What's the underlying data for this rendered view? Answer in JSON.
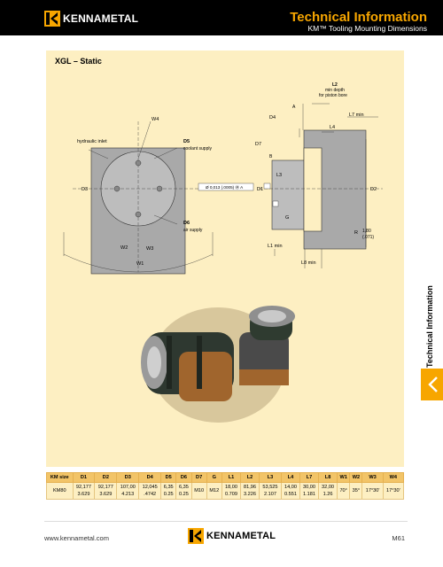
{
  "brand": {
    "name": "KENNAMETAL"
  },
  "header": {
    "title": "Technical Information",
    "subtitle": "KM™ Tooling Mounting Dimensions"
  },
  "section_title": "XGL – Static",
  "side_label": "Technical Information",
  "drawing_labels": {
    "hydraulic_inlet": "hydraulic inlet",
    "w4": "W4",
    "d5": "D5",
    "coolant_supply": "coolant supply",
    "d3": "D3",
    "d6": "D6",
    "air_supply": "air supply",
    "w2": "W2",
    "w3": "W3",
    "w1": "W1",
    "l2": "L2",
    "min_depth": "min depth",
    "for_piston_bore": "for piston bore",
    "d4": "D4",
    "l7min": "L7 min",
    "l4": "L4",
    "d7": "D7",
    "l3": "L3",
    "tolerance": "Ø 0,013 (.0005) Ⓜ A",
    "d1": "D1",
    "d2": "D2",
    "g": "G",
    "r": "R",
    "r_val": "1,80",
    "r_val2": "(.071)",
    "l1min": "L1 min",
    "l8min": "L8 min",
    "a": "A",
    "b": "B"
  },
  "table": {
    "headers": [
      "KM size",
      "D1",
      "D2",
      "D3",
      "D4",
      "D5",
      "D6",
      "D7",
      "G",
      "L1",
      "L2",
      "L3",
      "L4",
      "L7",
      "L8",
      "W1",
      "W2",
      "W3",
      "W4"
    ],
    "rows": [
      {
        "size": "KM80",
        "metric": [
          "92,177",
          "92,177",
          "107,00",
          "12,045",
          "6,35",
          "6,35"
        ],
        "inch": [
          "3.629",
          "3.629",
          "4.213",
          ".4742",
          "0.25",
          "0.25"
        ],
        "d7": "M10",
        "g": "M12",
        "metric2": [
          "18,00",
          "81,96",
          "53,525",
          "14,00",
          "30,00",
          "32,00"
        ],
        "inch2": [
          "0.709",
          "3.226",
          "2.107",
          "0.551",
          "1.181",
          "1.26"
        ],
        "w1": "70°",
        "w2": "35°",
        "w3": "17°30'",
        "w4": "17°30'"
      }
    ]
  },
  "footer": {
    "url": "www.kennametal.com",
    "page": "M61"
  },
  "colors": {
    "accent": "#f7a600",
    "panel": "#fdefc2",
    "header_bg": "#000000"
  }
}
